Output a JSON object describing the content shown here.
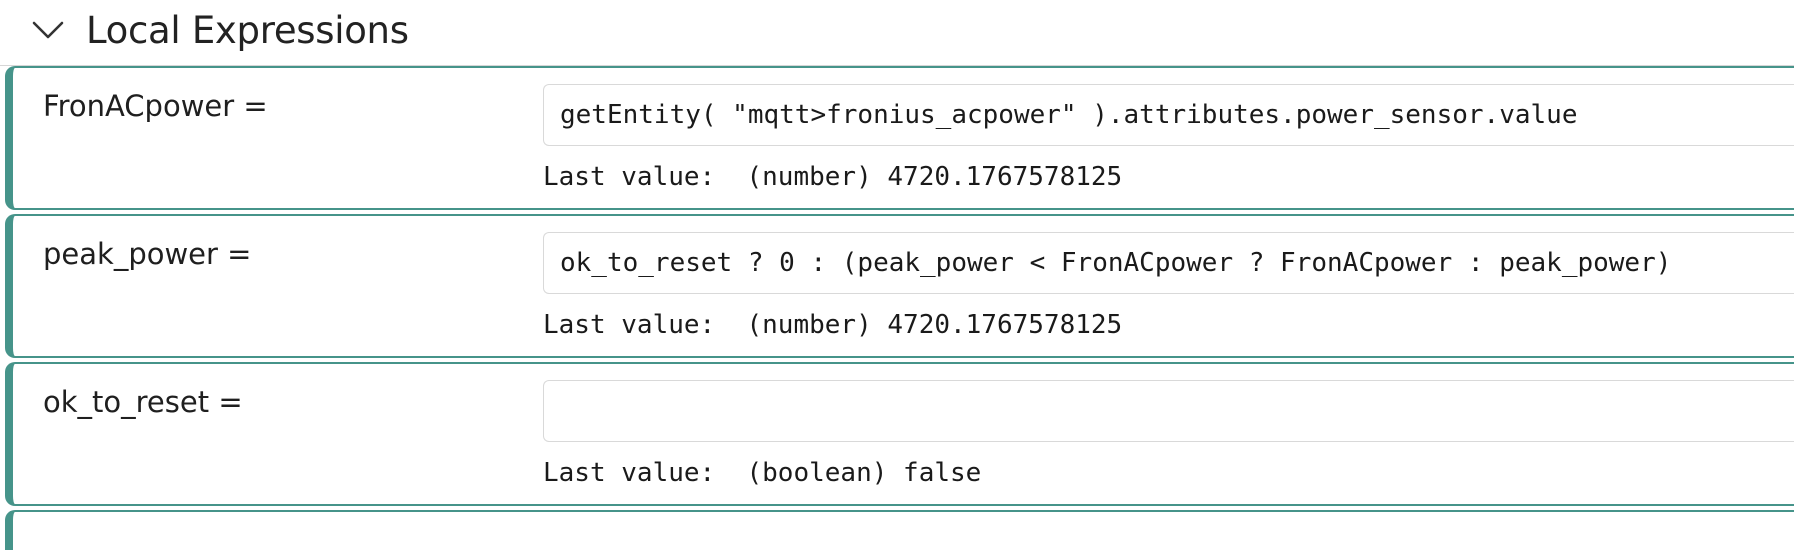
{
  "section": {
    "title": "Local Expressions",
    "toggle_icon": "chevron-down-icon"
  },
  "expressions": [
    {
      "name": "FronACpower =",
      "value": "getEntity( \"mqtt>fronius_acpower\" ).attributes.power_sensor.value",
      "last_value_label": "Last value:",
      "last_value_type": "(number)",
      "last_value": "4720.1767578125"
    },
    {
      "name": "peak_power =",
      "value": "ok_to_reset ? 0 : (peak_power < FronACpower ? FronACpower : peak_power)",
      "last_value_label": "Last value:",
      "last_value_type": "(number)",
      "last_value": "4720.1767578125"
    },
    {
      "name": "ok_to_reset =",
      "value": "",
      "last_value_label": "Last value:",
      "last_value_type": "(boolean)",
      "last_value": "false"
    }
  ],
  "colors": {
    "accent": "#46948a",
    "input_border": "#d9d9d9",
    "divider": "#d6d6d6"
  }
}
